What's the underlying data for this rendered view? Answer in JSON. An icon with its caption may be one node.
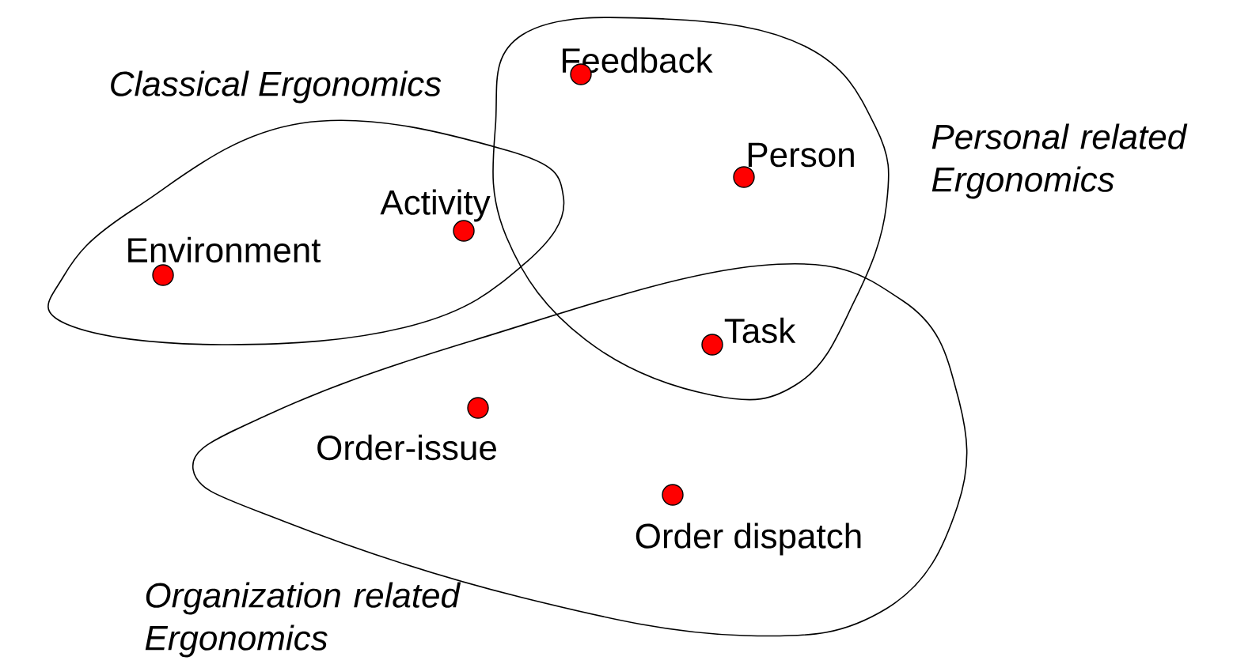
{
  "diagram": {
    "nodes": [
      {
        "text": [
          "Classical Ergonomics"
        ]
      },
      {
        "text": [
          "Environment"
        ]
      },
      {
        "text": [
          "Activity"
        ]
      },
      {
        "text": [
          "Personal related Ergonomics"
        ]
      },
      {
        "text": [
          "Feedback"
        ]
      },
      {
        "text": [
          "Person"
        ]
      },
      {
        "text": [
          "Task"
        ]
      },
      {
        "text": [
          "Organization related Ergonomics"
        ]
      },
      {
        "text": [
          "Order-issue"
        ]
      },
      {
        "text": [
          "Order dispatch"
        ]
      }
    ]
  }
}
